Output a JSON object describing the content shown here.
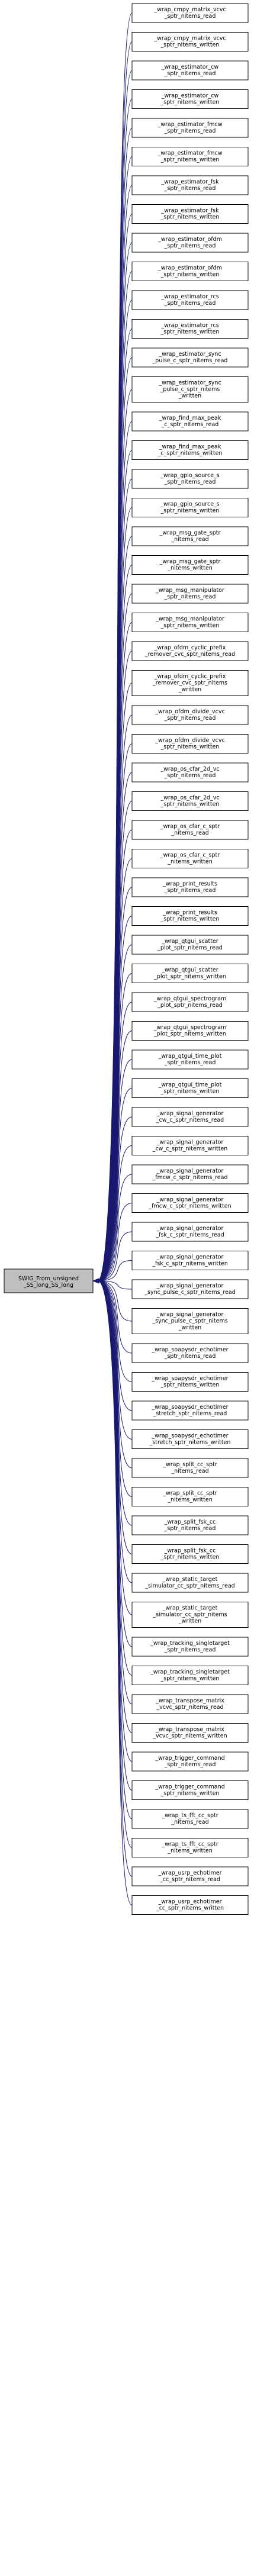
{
  "source": {
    "lines": [
      "SWIG_From_unsigned",
      "_SS_long_SS_long"
    ]
  },
  "targets": [
    {
      "lines": [
        "_wrap_cmpy_matrix_vcvc",
        "_sptr_nitems_read"
      ]
    },
    {
      "lines": [
        "_wrap_cmpy_matrix_vcvc",
        "_sptr_nitems_written"
      ]
    },
    {
      "lines": [
        "_wrap_estimator_cw",
        "_sptr_nitems_read"
      ]
    },
    {
      "lines": [
        "_wrap_estimator_cw",
        "_sptr_nitems_written"
      ]
    },
    {
      "lines": [
        "_wrap_estimator_fmcw",
        "_sptr_nitems_read"
      ]
    },
    {
      "lines": [
        "_wrap_estimator_fmcw",
        "_sptr_nitems_written"
      ]
    },
    {
      "lines": [
        "_wrap_estimator_fsk",
        "_sptr_nitems_read"
      ]
    },
    {
      "lines": [
        "_wrap_estimator_fsk",
        "_sptr_nitems_written"
      ]
    },
    {
      "lines": [
        "_wrap_estimator_ofdm",
        "_sptr_nitems_read"
      ]
    },
    {
      "lines": [
        "_wrap_estimator_ofdm",
        "_sptr_nitems_written"
      ]
    },
    {
      "lines": [
        "_wrap_estimator_rcs",
        "_sptr_nitems_read"
      ]
    },
    {
      "lines": [
        "_wrap_estimator_rcs",
        "_sptr_nitems_written"
      ]
    },
    {
      "lines": [
        "_wrap_estimator_sync",
        "_pulse_c_sptr_nitems_read"
      ]
    },
    {
      "lines": [
        "_wrap_estimator_sync",
        "_pulse_c_sptr_nitems",
        "_written"
      ]
    },
    {
      "lines": [
        "_wrap_find_max_peak",
        "_c_sptr_nitems_read"
      ]
    },
    {
      "lines": [
        "_wrap_find_max_peak",
        "_c_sptr_nitems_written"
      ]
    },
    {
      "lines": [
        "_wrap_gpio_source_s",
        "_sptr_nitems_read"
      ]
    },
    {
      "lines": [
        "_wrap_gpio_source_s",
        "_sptr_nitems_written"
      ]
    },
    {
      "lines": [
        "_wrap_msg_gate_sptr",
        "_nitems_read"
      ]
    },
    {
      "lines": [
        "_wrap_msg_gate_sptr",
        "_nitems_written"
      ]
    },
    {
      "lines": [
        "_wrap_msg_manipulator",
        "_sptr_nitems_read"
      ]
    },
    {
      "lines": [
        "_wrap_msg_manipulator",
        "_sptr_nitems_written"
      ]
    },
    {
      "lines": [
        "_wrap_ofdm_cyclic_prefix",
        "_remover_cvc_sptr_nitems_read"
      ]
    },
    {
      "lines": [
        "_wrap_ofdm_cyclic_prefix",
        "_remover_cvc_sptr_nitems",
        "_written"
      ]
    },
    {
      "lines": [
        "_wrap_ofdm_divide_vcvc",
        "_sptr_nitems_read"
      ]
    },
    {
      "lines": [
        "_wrap_ofdm_divide_vcvc",
        "_sptr_nitems_written"
      ]
    },
    {
      "lines": [
        "_wrap_os_cfar_2d_vc",
        "_sptr_nitems_read"
      ]
    },
    {
      "lines": [
        "_wrap_os_cfar_2d_vc",
        "_sptr_nitems_written"
      ]
    },
    {
      "lines": [
        "_wrap_os_cfar_c_sptr",
        "_nitems_read"
      ]
    },
    {
      "lines": [
        "_wrap_os_cfar_c_sptr",
        "_nitems_written"
      ]
    },
    {
      "lines": [
        "_wrap_print_results",
        "_sptr_nitems_read"
      ]
    },
    {
      "lines": [
        "_wrap_print_results",
        "_sptr_nitems_written"
      ]
    },
    {
      "lines": [
        "_wrap_qtgui_scatter",
        "_plot_sptr_nitems_read"
      ]
    },
    {
      "lines": [
        "_wrap_qtgui_scatter",
        "_plot_sptr_nitems_written"
      ]
    },
    {
      "lines": [
        "_wrap_qtgui_spectrogram",
        "_plot_sptr_nitems_read"
      ]
    },
    {
      "lines": [
        "_wrap_qtgui_spectrogram",
        "_plot_sptr_nitems_written"
      ]
    },
    {
      "lines": [
        "_wrap_qtgui_time_plot",
        "_sptr_nitems_read"
      ]
    },
    {
      "lines": [
        "_wrap_qtgui_time_plot",
        "_sptr_nitems_written"
      ]
    },
    {
      "lines": [
        "_wrap_signal_generator",
        "_cw_c_sptr_nitems_read"
      ]
    },
    {
      "lines": [
        "_wrap_signal_generator",
        "_cw_c_sptr_nitems_written"
      ]
    },
    {
      "lines": [
        "_wrap_signal_generator",
        "_fmcw_c_sptr_nitems_read"
      ]
    },
    {
      "lines": [
        "_wrap_signal_generator",
        "_fmcw_c_sptr_nitems_written"
      ]
    },
    {
      "lines": [
        "_wrap_signal_generator",
        "_fsk_c_sptr_nitems_read"
      ]
    },
    {
      "lines": [
        "_wrap_signal_generator",
        "_fsk_c_sptr_nitems_written"
      ]
    },
    {
      "lines": [
        "_wrap_signal_generator",
        "_sync_pulse_c_sptr_nitems_read"
      ]
    },
    {
      "lines": [
        "_wrap_signal_generator",
        "_sync_pulse_c_sptr_nitems",
        "_written"
      ]
    },
    {
      "lines": [
        "_wrap_soapysdr_echotimer",
        "_sptr_nitems_read"
      ]
    },
    {
      "lines": [
        "_wrap_soapysdr_echotimer",
        "_sptr_nitems_written"
      ]
    },
    {
      "lines": [
        "_wrap_soapysdr_echotimer",
        "_stretch_sptr_nitems_read"
      ]
    },
    {
      "lines": [
        "_wrap_soapysdr_echotimer",
        "_stretch_sptr_nitems_written"
      ]
    },
    {
      "lines": [
        "_wrap_split_cc_sptr",
        "_nitems_read"
      ]
    },
    {
      "lines": [
        "_wrap_split_cc_sptr",
        "_nitems_written"
      ]
    },
    {
      "lines": [
        "_wrap_split_fsk_cc",
        "_sptr_nitems_read"
      ]
    },
    {
      "lines": [
        "_wrap_split_fsk_cc",
        "_sptr_nitems_written"
      ]
    },
    {
      "lines": [
        "_wrap_static_target",
        "_simulator_cc_sptr_nitems_read"
      ]
    },
    {
      "lines": [
        "_wrap_static_target",
        "_simulator_cc_sptr_nitems",
        "_written"
      ]
    },
    {
      "lines": [
        "_wrap_tracking_singletarget",
        "_sptr_nitems_read"
      ]
    },
    {
      "lines": [
        "_wrap_tracking_singletarget",
        "_sptr_nitems_written"
      ]
    },
    {
      "lines": [
        "_wrap_transpose_matrix",
        "_vcvc_sptr_nitems_read"
      ]
    },
    {
      "lines": [
        "_wrap_transpose_matrix",
        "_vcvc_sptr_nitems_written"
      ]
    },
    {
      "lines": [
        "_wrap_trigger_command",
        "_sptr_nitems_read"
      ]
    },
    {
      "lines": [
        "_wrap_trigger_command",
        "_sptr_nitems_written"
      ]
    },
    {
      "lines": [
        "_wrap_ts_fft_cc_sptr",
        "_nitems_read"
      ]
    },
    {
      "lines": [
        "_wrap_ts_fft_cc_sptr",
        "_nitems_written"
      ]
    },
    {
      "lines": [
        "_wrap_usrp_echotimer",
        "_cc_sptr_nitems_read"
      ]
    },
    {
      "lines": [
        "_wrap_usrp_echotimer",
        "_cc_sptr_nitems_written"
      ]
    }
  ],
  "colors": {
    "edge": "#191970",
    "node_border": "#000000",
    "source_fill": "#bfbfbf",
    "node_fill": "#ffffff"
  }
}
